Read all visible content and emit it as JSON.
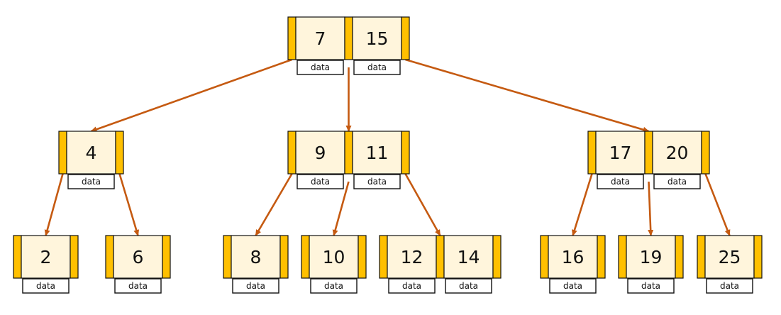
{
  "colors": {
    "pointer_fill": "#FFC000",
    "key_fill": "#FFF5DC",
    "edge": "#C55A11",
    "border": "#111111"
  },
  "data_label": "data",
  "nodes": [
    {
      "id": "root",
      "keys": [
        "7",
        "15"
      ]
    },
    {
      "id": "n4",
      "keys": [
        "4"
      ]
    },
    {
      "id": "n9",
      "keys": [
        "9",
        "11"
      ]
    },
    {
      "id": "n17",
      "keys": [
        "17",
        "20"
      ]
    },
    {
      "id": "n2",
      "keys": [
        "2"
      ]
    },
    {
      "id": "n6",
      "keys": [
        "6"
      ]
    },
    {
      "id": "n8",
      "keys": [
        "8"
      ]
    },
    {
      "id": "n10",
      "keys": [
        "10"
      ]
    },
    {
      "id": "n12",
      "keys": [
        "12",
        "14"
      ]
    },
    {
      "id": "n16",
      "keys": [
        "16"
      ]
    },
    {
      "id": "n19",
      "keys": [
        "19"
      ]
    },
    {
      "id": "n25",
      "keys": [
        "25"
      ]
    }
  ],
  "edges": [
    {
      "from": "root",
      "ptr": 0,
      "to": "n4"
    },
    {
      "from": "root",
      "ptr": 1,
      "to": "n9"
    },
    {
      "from": "root",
      "ptr": 2,
      "to": "n17"
    },
    {
      "from": "n4",
      "ptr": 0,
      "to": "n2"
    },
    {
      "from": "n4",
      "ptr": 1,
      "to": "n6"
    },
    {
      "from": "n9",
      "ptr": 0,
      "to": "n8"
    },
    {
      "from": "n9",
      "ptr": 1,
      "to": "n10"
    },
    {
      "from": "n9",
      "ptr": 2,
      "to": "n12"
    },
    {
      "from": "n17",
      "ptr": 0,
      "to": "n16"
    },
    {
      "from": "n17",
      "ptr": 1,
      "to": "n19"
    },
    {
      "from": "n17",
      "ptr": 2,
      "to": "n25"
    }
  ]
}
